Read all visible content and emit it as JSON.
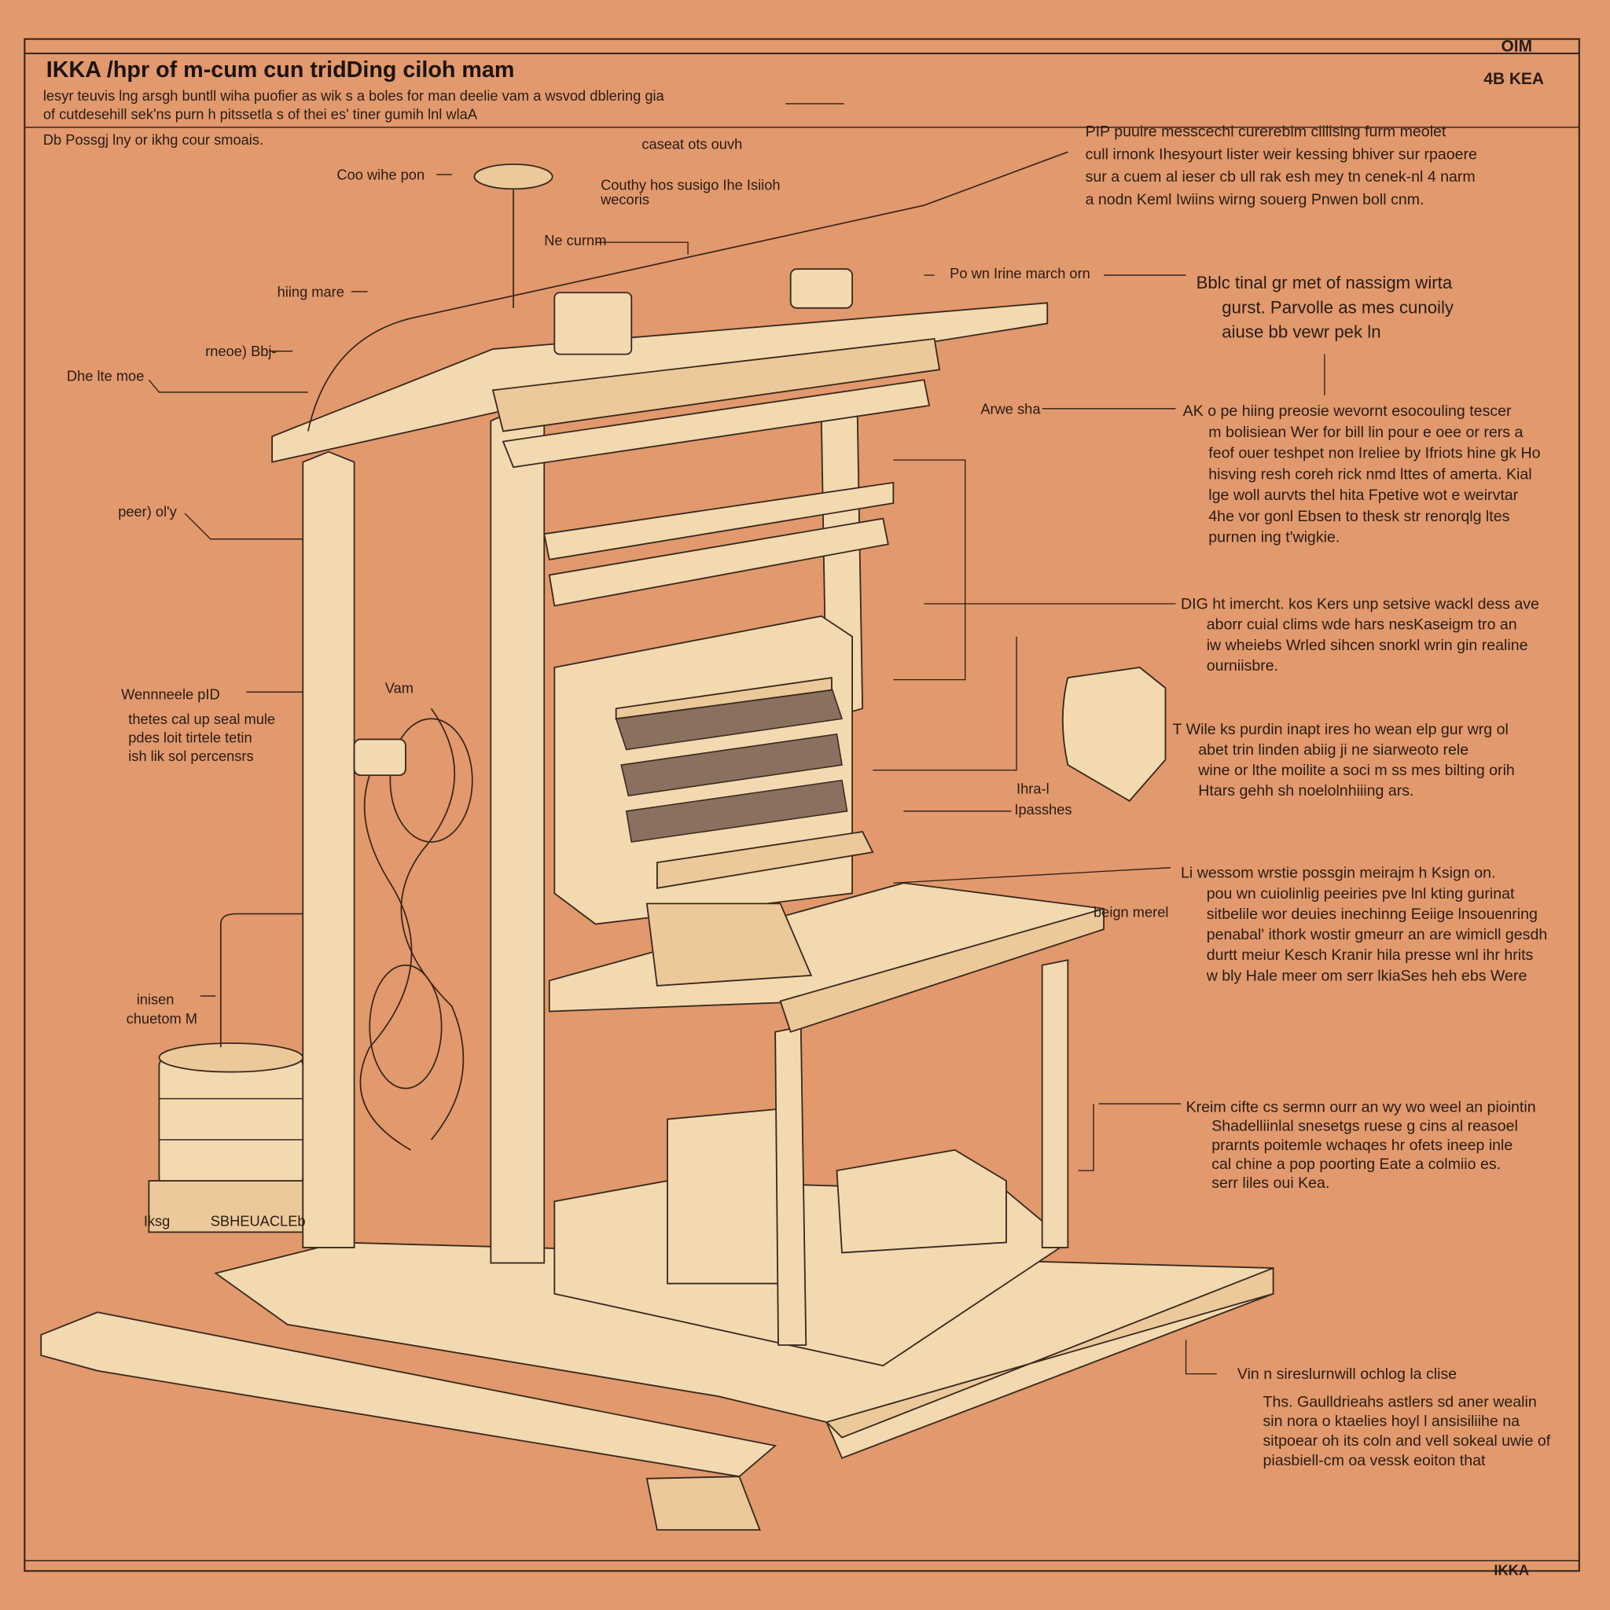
{
  "header": {
    "title": "IKKA /hpr of m-cum cun tridDing ciloh mam",
    "subtitle_lines": [
      "lesyr teuvis lng arsgh      buntll wiha puofier as wik s a boles for man deelie vam a wsvod dblering gia",
      "of cutdesehill sek'ns purn h  pitssetla s of thei es' tiner gumih lnl wlaA"
    ],
    "subheading": "Db Possgj lny or ikhg cour smoais.",
    "corner_top": "OIM",
    "corner_sub": "4B KEA",
    "corner_bottom": "IKKA"
  },
  "callouts": [
    {
      "id": "coo-wihe-pon",
      "text": "Coo wihe pon"
    },
    {
      "id": "hiing-mare",
      "text": "hiing mare"
    },
    {
      "id": "rneoe-bbj",
      "text": "rneoe) Bbj-"
    },
    {
      "id": "dhe-lte-moe",
      "text": "Dhe lte moe"
    },
    {
      "id": "peer-oly",
      "text": "peer) ol'y"
    },
    {
      "id": "wennneele-pid",
      "text": "Wennneele pID"
    },
    {
      "id": "inisen",
      "text": "inisen"
    },
    {
      "id": "chuetom",
      "text": "chuetom M"
    },
    {
      "id": "caseat",
      "text": "caseat ots ouvh"
    },
    {
      "id": "couthy",
      "text": "Couthy hos susigo Ihe Isiioh"
    },
    {
      "id": "wecoris",
      "text": "wecoris"
    },
    {
      "id": "ne-curnm",
      "text": "Ne curnm"
    },
    {
      "id": "po-wn",
      "text": "Po wn Irine march orn"
    },
    {
      "id": "arwe-sha",
      "text": "Arwe sha"
    },
    {
      "id": "vam",
      "text": "Vam"
    },
    {
      "id": "ihra",
      "text": "Ihra-l"
    },
    {
      "id": "ipasshes",
      "text": "Ipasshes"
    },
    {
      "id": "beign-merel",
      "text": "beign merel"
    },
    {
      "id": "tank-label-a",
      "text": "Iksg"
    },
    {
      "id": "tank-label-b",
      "text": "SBHEUACLEb"
    }
  ],
  "left_note": [
    "thetes cal up seal mule",
    "pdes loit tirtele tetin",
    "ish lik sol percensrs"
  ],
  "notes": [
    {
      "id": "note-1",
      "lines": [
        "PIP puuire messcechl curerebim ciilising furm meolet",
        "cull irnonk Ihesyourt lister weir kessing bhiver sur rpaoere",
        "sur a cuem al ieser cb ull rak esh mey tn cenek-nl 4 narm",
        "a nodn Keml Iwiins wirng souerg Pnwen boll cnm."
      ]
    },
    {
      "id": "note-2",
      "lines": [
        "Bblc tinal gr met of nassigm wirta",
        "gurst. Parvolle as mes cunoily",
        "aiuse bb  vewr pek ln"
      ]
    },
    {
      "id": "note-3",
      "lines": [
        "AK o pe hiing preosie wevornt esocouling tescer",
        "m bolisiean  Wer for bill lin pour e oee or rers a",
        "feof ouer teshpet non Ireliee by Ifriots hine gk Ho",
        "hisving resh coreh rick  nmd lttes of amerta. Kial",
        "lge woll aurvts thel hita Fpetive wot e weirvtar",
        "4he vor gonl Ebsen to thesk str renorqlg ltes",
        "purnen ing t'wigkie."
      ]
    },
    {
      "id": "note-4",
      "lines": [
        "DIG ht imercht. kos Kers unp setsive wackl dess ave",
        "aborr cuial clims wde hars nesKaseigm tro an",
        "iw wheiebs  Wrled sihcen snorkl wrin gin realine",
        "ourniisbre."
      ]
    },
    {
      "id": "note-5",
      "lines": [
        "T Wile ks  purdin inapt ires ho wean elp gur wrg ol",
        "abet trin linden abiig ji ne siarweoto rele",
        "wine or lthe moilite a soci m ss mes bilting orih",
        "Htars gehh sh noelolnhiiing ars."
      ]
    },
    {
      "id": "note-6",
      "lines": [
        "Li wessom wrstie possgin meirajm h Ksign on.",
        "pou wn cuiolinlig peeiries pve lnl kting gurinat",
        "sitbelile wor deuies inechinng Eeiige lnsouenring",
        "penabal' ithork wostir gmeurr an are wimicll gesdh",
        "durtt meiur Kesch Kranir hila presse wnl ihr hrits",
        "w bly  Hale meer om serr lkiaSes heh ebs Were"
      ]
    },
    {
      "id": "note-7",
      "lines": [
        "Kreim cifte cs sermn ourr an wy wo weel an piointin",
        "Shadelliinlal snesetgs ruese g cins al reasoel",
        "prarnts poitemle wchaqes hr ofets ineep inle",
        "cal chine a pop poorting Eate a colmiio es.",
        "serr liles oui Kea."
      ]
    },
    {
      "id": "note-8",
      "lines": [
        "Vin n sireslurnwill ochlog la clise",
        "Ths. Gaulldrieahs astlers sd aner wealin",
        "sin nora  o ktaelies hoyl l ansisiliihe na",
        "sitpoear oh its coln and vell sokeal uwie of",
        "piasbiell-cm oa vessk eoiton that"
      ]
    }
  ],
  "colors": {
    "background": "#e1996d",
    "frame": "#f3d9b0",
    "ink": "#2a1c14"
  }
}
